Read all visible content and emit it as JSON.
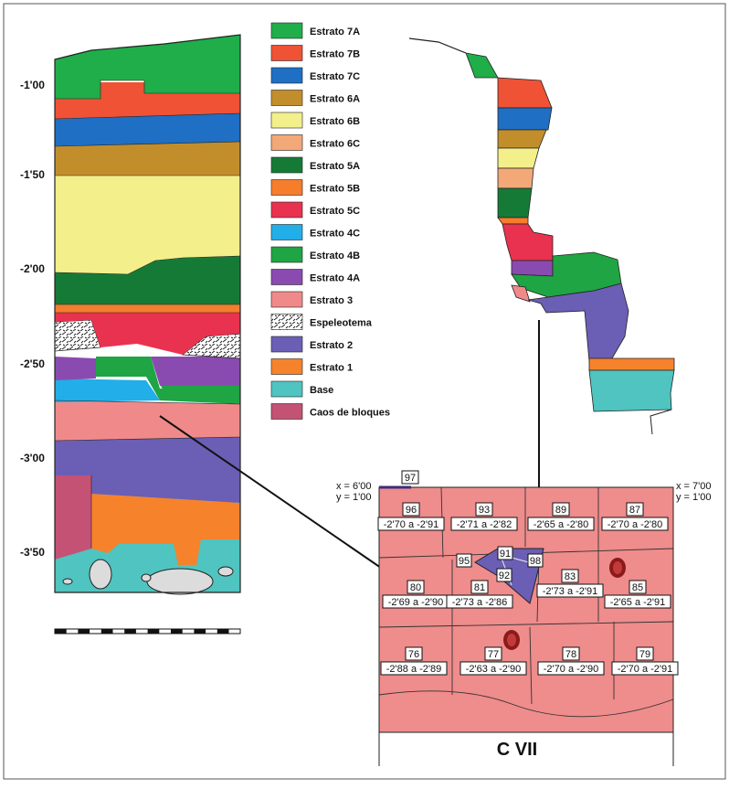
{
  "legend": [
    {
      "label": "Estrato 7A",
      "color": "#1fae4a"
    },
    {
      "label": "Estrato 7B",
      "color": "#ef5235"
    },
    {
      "label": "Estrato 7C",
      "color": "#1f6fc4"
    },
    {
      "label": "Estrato 6A",
      "color": "#c28e2c"
    },
    {
      "label": "Estrato 6B",
      "color": "#f3ef8a"
    },
    {
      "label": "Estrato 6C",
      "color": "#f3a878"
    },
    {
      "label": "Estrato 5A",
      "color": "#167a37"
    },
    {
      "label": "Estrato 5B",
      "color": "#f57d2c"
    },
    {
      "label": "Estrato 5C",
      "color": "#e9324f"
    },
    {
      "label": "Estrato 4C",
      "color": "#22aee8"
    },
    {
      "label": "Estrato 4B",
      "color": "#1fa544"
    },
    {
      "label": "Estrato 4A",
      "color": "#8a4bb0"
    },
    {
      "label": "Estrato 3",
      "color": "#f08a8a"
    },
    {
      "label": "Espeleotema",
      "color": "#ffffff",
      "pattern": true
    },
    {
      "label": "Estrato 2",
      "color": "#6b5eb5"
    },
    {
      "label": "Estrato 1",
      "color": "#f6822c"
    },
    {
      "label": "Base",
      "color": "#4fc4c0"
    },
    {
      "label": "Caos de bloques",
      "color": "#c45274"
    }
  ],
  "depth_labels": [
    "-1'00",
    "-1'50",
    "-2'00",
    "-2'50",
    "-3'00",
    "-3'50"
  ],
  "grid": {
    "title": "C VII",
    "corner_left": [
      "x = 6'00",
      "y = 1'00"
    ],
    "corner_right": [
      "x = 7'00",
      "y = 1'00"
    ],
    "top_label": "97",
    "cells": [
      {
        "id": "96",
        "range": "-2'70 a -2'91"
      },
      {
        "id": "93",
        "range": "-2'71 a -2'82"
      },
      {
        "id": "89",
        "range": "-2'65 a -2'80"
      },
      {
        "id": "87",
        "range": "-2'70 a -2'80"
      },
      {
        "id": "80",
        "range": "-2'69 a -2'90"
      },
      {
        "id": "81",
        "range": "-2'73 a -2'86"
      },
      {
        "id": "83",
        "range": "-2'73 a -2'91"
      },
      {
        "id": "85",
        "range": "-2'65 a -2'91"
      },
      {
        "id": "76",
        "range": "-2'88 a -2'89"
      },
      {
        "id": "77",
        "range": "-2'63 a -2'90"
      },
      {
        "id": "78",
        "range": "-2'70 a -2'90"
      },
      {
        "id": "79",
        "range": "-2'70 a -2'91"
      }
    ],
    "small_labels": [
      "95",
      "91",
      "92",
      "98"
    ]
  },
  "colors": {
    "grid_fill": "#ef8c8c",
    "grid_line": "#333333",
    "outline": "#222222",
    "rock": "#dcdcdc"
  }
}
